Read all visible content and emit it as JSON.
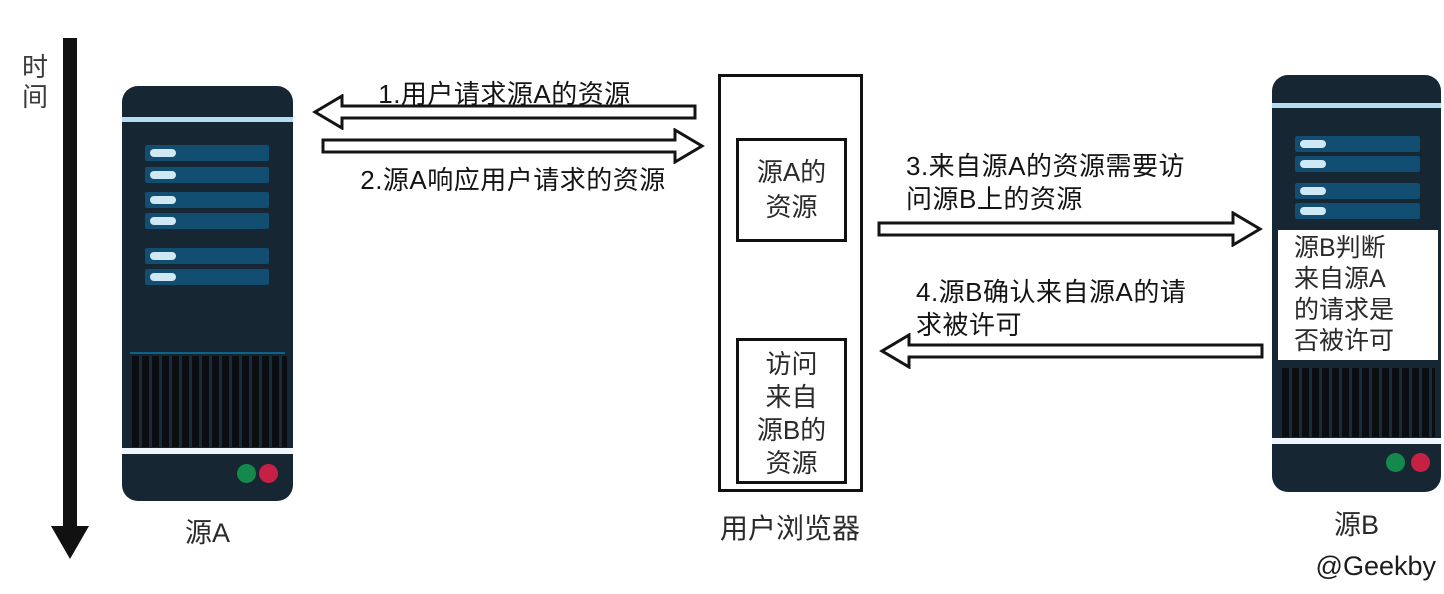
{
  "timeline": {
    "label": "时间"
  },
  "nodes": {
    "server_a": {
      "label": "源A"
    },
    "server_b": {
      "label": "源B",
      "note": "源B判断\n来自源A\n的请求是\n否被许可"
    },
    "browser": {
      "label": "用户浏览器",
      "resource_a": "源A的\n资源",
      "resource_b": "访问\n来自\n源B的\n资源"
    }
  },
  "steps": {
    "s1": {
      "label": "1.用户请求源A的资源",
      "direction": "left"
    },
    "s2": {
      "label": "2.源A响应用户请求的资源",
      "direction": "right"
    },
    "s3": {
      "label": "3.来自源A的资源需要访\n问源B上的资源",
      "direction": "right"
    },
    "s4": {
      "label": "4.源B确认来自源A的请\n求被许可",
      "direction": "left"
    }
  },
  "watermark": "@Geekby",
  "colors": {
    "background": "#ffffff",
    "server_body": "#172633",
    "server_slot": "#124e71",
    "slot_dash": "#cfe8f4",
    "divider_light": "#b4ddf1",
    "led_green": "#15894c",
    "led_red": "#c62045",
    "line": "#141414"
  }
}
